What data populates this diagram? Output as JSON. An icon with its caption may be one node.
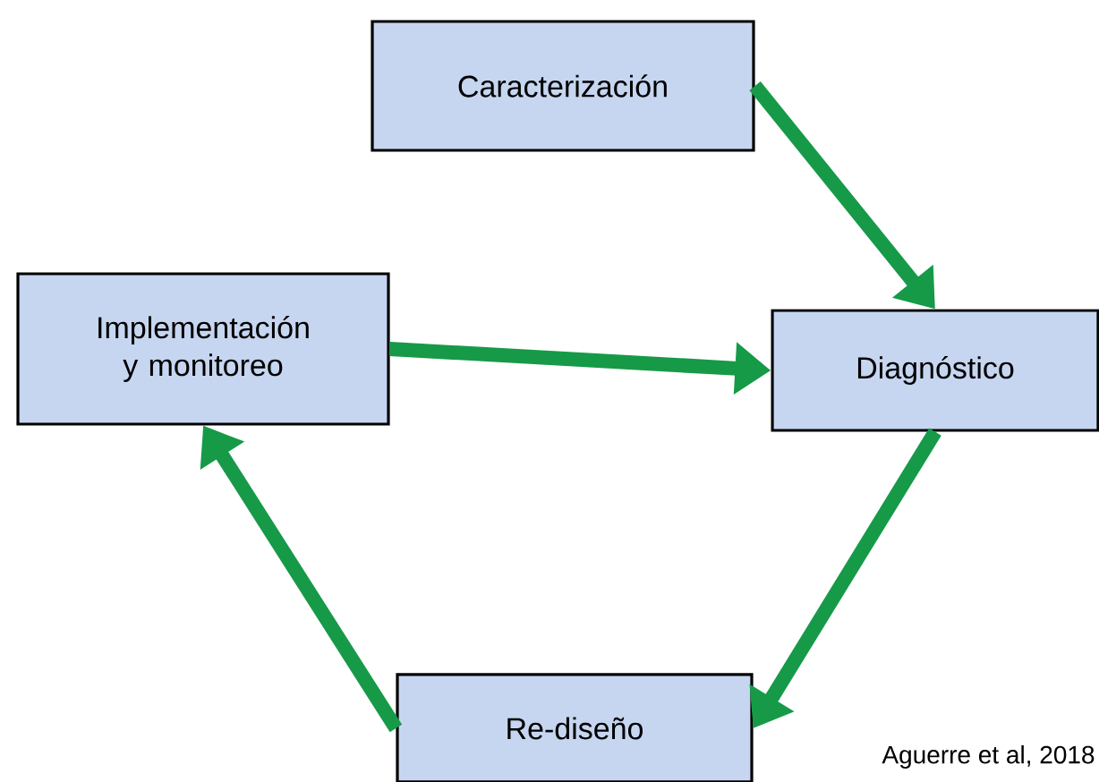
{
  "diagram": {
    "nodes": [
      {
        "text": [
          "Caracterización"
        ]
      },
      {
        "text": [
          "Diagnóstico"
        ]
      },
      {
        "text": [
          "Implementación y monitoreo"
        ]
      },
      {
        "text": [
          "Re-diseño"
        ]
      }
    ],
    "edges": [
      {
        "from": 0,
        "to": 1,
        "arrow": "to"
      },
      {
        "from": 2,
        "to": 1,
        "arrow": "to"
      },
      {
        "from": 1,
        "to": 3,
        "arrow": "to"
      },
      {
        "from": 3,
        "to": 2,
        "arrow": "to"
      }
    ],
    "labels": [
      "Aguerre et al, 2018"
    ]
  }
}
